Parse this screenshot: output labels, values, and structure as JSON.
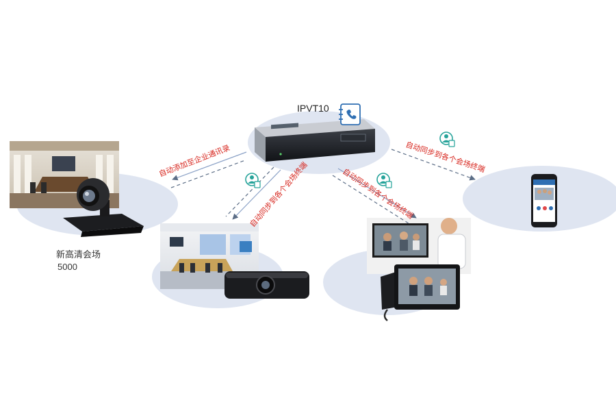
{
  "server": {
    "name": "IPVT10",
    "icon": "address-book-icon"
  },
  "endpoints": [
    {
      "id": "gvc3200",
      "name": "新高清会场",
      "model": "5000",
      "icon": "video-camera-icon"
    },
    {
      "id": "gvc3210",
      "icon": "video-bar-icon"
    },
    {
      "id": "gxv-phone",
      "icon": "video-phone-icon"
    },
    {
      "id": "mobile",
      "icon": "smartphone-icon"
    }
  ],
  "links": {
    "add_to_directory": "自动添加至企业通讯录",
    "sync_1": "自动同步到各个会场终端",
    "sync_2": "自动同步到各个会场终端",
    "sync_3": "自动同步到各个会场终端"
  },
  "colors": {
    "ellipse": "#dfe5f1",
    "arrow_solid": "#8aa1c6",
    "arrow_dashed": "#5b6d86",
    "label_red": "#d7261e",
    "icon_accent": "#26a39a"
  }
}
